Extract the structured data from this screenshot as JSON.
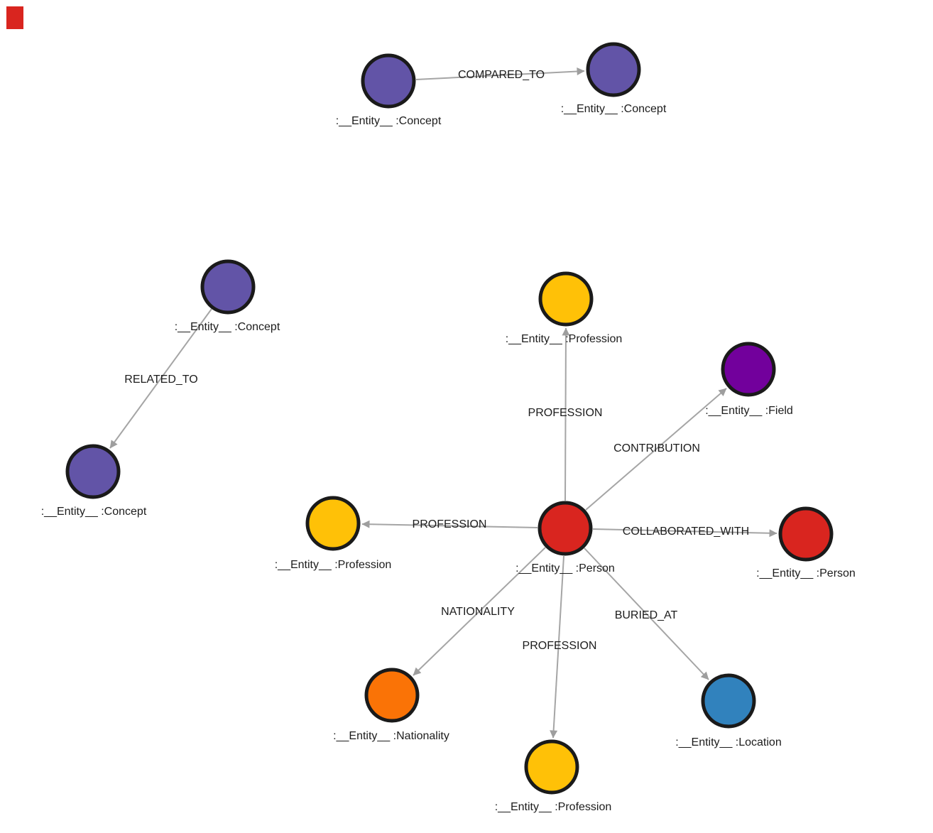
{
  "app": {
    "background": "#ffffff"
  },
  "corner_marker": {
    "color": "#d9251f"
  },
  "styles": {
    "edge_color": "#a5a5a5",
    "arrow_color": "#9e9e9e",
    "text_color": "#1c1c1c",
    "node_border_color": "#1a1a1a"
  },
  "graph": {
    "nodes": [
      {
        "caption": ":__Entity__ :Concept",
        "type": "Concept",
        "color": "#6254a7"
      },
      {
        "caption": ":__Entity__ :Concept",
        "type": "Concept",
        "color": "#6254a7"
      },
      {
        "caption": ":__Entity__ :Concept",
        "type": "Concept",
        "color": "#6254a7"
      },
      {
        "caption": ":__Entity__ :Concept",
        "type": "Concept",
        "color": "#6254a7"
      },
      {
        "caption": ":__Entity__ :Profession",
        "type": "Profession",
        "color": "#ffc107"
      },
      {
        "caption": ":__Entity__ :Field",
        "type": "Field",
        "color": "#72009c"
      },
      {
        "caption": ":__Entity__ :Person",
        "type": "Person",
        "color": "#d9251f"
      },
      {
        "caption": ":__Entity__ :Person",
        "type": "Person",
        "color": "#d9251f"
      },
      {
        "caption": ":__Entity__ :Profession",
        "type": "Profession",
        "color": "#ffc107"
      },
      {
        "caption": ":__Entity__ :Nationality",
        "type": "Nationality",
        "color": "#fa7306"
      },
      {
        "caption": ":__Entity__ :Profession",
        "type": "Profession",
        "color": "#ffc107"
      },
      {
        "caption": ":__Entity__ :Location",
        "type": "Location",
        "color": "#3182bd"
      }
    ],
    "edges": [
      {
        "label": "COMPARED_TO",
        "from": 0,
        "to": 1
      },
      {
        "label": "RELATED_TO",
        "from": 2,
        "to": 3
      },
      {
        "label": "PROFESSION",
        "from": 6,
        "to": 4
      },
      {
        "label": "CONTRIBUTION",
        "from": 6,
        "to": 5
      },
      {
        "label": "COLLABORATED_WITH",
        "from": 6,
        "to": 7
      },
      {
        "label": "PROFESSION",
        "from": 6,
        "to": 8
      },
      {
        "label": "NATIONALITY",
        "from": 6,
        "to": 9
      },
      {
        "label": "PROFESSION",
        "from": 6,
        "to": 10
      },
      {
        "label": "BURIED_AT",
        "from": 6,
        "to": 11
      }
    ]
  }
}
